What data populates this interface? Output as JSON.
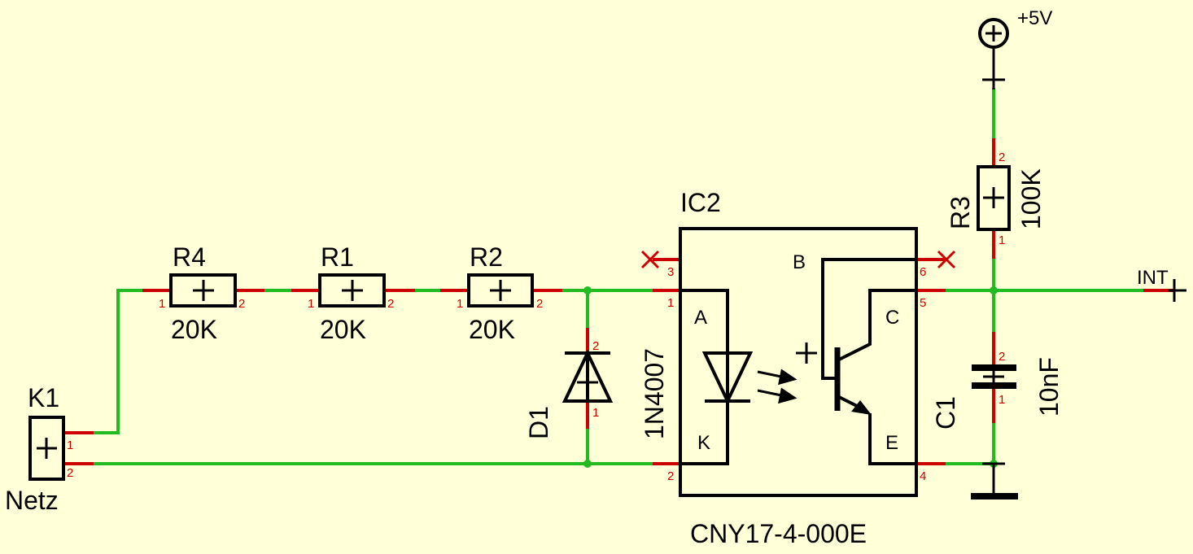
{
  "colors": {
    "background": "#ffffd8",
    "wire": "#22bb22",
    "pin": "#cc0000",
    "body": "#000000",
    "junction": "#22bb22"
  },
  "components": {
    "k1": {
      "ref": "K1",
      "value": "Netz",
      "pin1": "1",
      "pin2": "2"
    },
    "r4": {
      "ref": "R4",
      "value": "20K",
      "pin1": "1",
      "pin2": "2"
    },
    "r1": {
      "ref": "R1",
      "value": "20K",
      "pin1": "1",
      "pin2": "2"
    },
    "r2": {
      "ref": "R2",
      "value": "20K",
      "pin1": "1",
      "pin2": "2"
    },
    "d1": {
      "ref": "D1",
      "value": "1N4007",
      "pin1": "1",
      "pin2": "2"
    },
    "ic2": {
      "ref": "IC2",
      "value": "CNY17-4-000E",
      "pin1": "1",
      "pin2": "2",
      "pin3": "3",
      "pin4": "4",
      "pin5": "5",
      "pin6": "6",
      "label_a": "A",
      "label_k": "K",
      "label_b": "B",
      "label_c": "C",
      "label_e": "E"
    },
    "r3": {
      "ref": "R3",
      "value": "100K",
      "pin1": "1",
      "pin2": "2"
    },
    "c1": {
      "ref": "C1",
      "value": "10nF",
      "pin1": "1",
      "pin2": "2"
    }
  },
  "power": {
    "vcc_label": "+5V"
  },
  "net_labels": {
    "int": "INT"
  }
}
